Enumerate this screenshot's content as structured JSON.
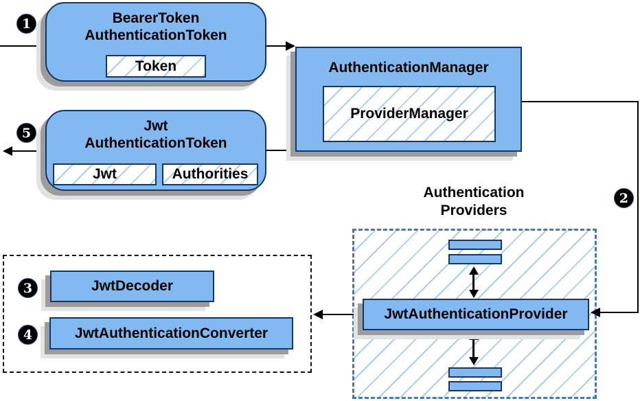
{
  "badges": {
    "step1": "1",
    "step2": "2",
    "step3": "3",
    "step4": "4",
    "step5": "5"
  },
  "nodes": {
    "bearer_token": {
      "line1": "BearerToken",
      "line2": "AuthenticationToken",
      "field_token": "Token"
    },
    "authentication_manager": {
      "title": "AuthenticationManager",
      "field_provider_manager": "ProviderManager"
    },
    "jwt_authentication_token": {
      "line1": "Jwt",
      "line2": "AuthenticationToken",
      "field_jwt": "Jwt",
      "field_authorities": "Authorities"
    },
    "providers_group": {
      "heading_line1": "Authentication",
      "heading_line2": "Providers",
      "provider": "JwtAuthenticationProvider"
    },
    "converters_group": {
      "decoder": "JwtDecoder",
      "converter": "JwtAuthenticationConverter"
    }
  },
  "colors": {
    "node_fill": "#82b9f0",
    "node_border": "#153468",
    "hatch_line": "#a9cdf2",
    "dashed_blue_border": "#4878b4",
    "dashed_black_border": "#111111",
    "shadow_dark": "#9c9c9c",
    "shadow_light": "#e2e2e2",
    "flow_line": "#000000",
    "badge_fill": "#000000",
    "badge_text": "#ffffff"
  }
}
